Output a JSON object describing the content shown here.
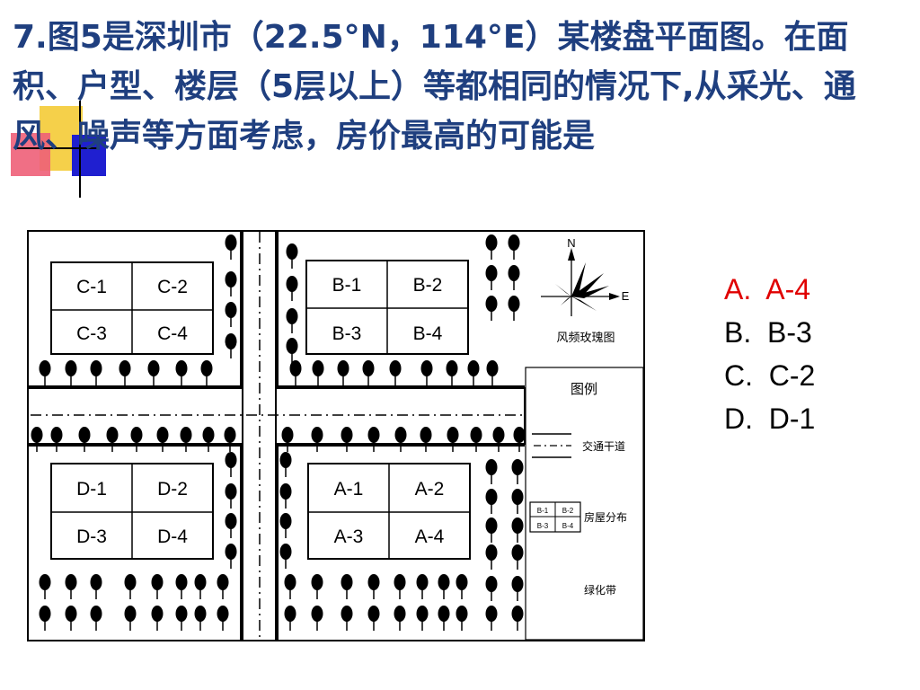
{
  "slide": {
    "question": "7.图5是深圳市（22.5°N，114°E）某楼盘平面图。在面积、户型、楼层（5层以上）等都相同的情况下,从采光、通风、噪声等方面考虑，房价最高的可能是"
  },
  "compass": {
    "north": "N",
    "east": "E",
    "caption": "风频玫瑰图"
  },
  "legend": {
    "title": "图例",
    "road": "交通干道",
    "buildings": "房屋分布",
    "sample_cells": [
      "B-1",
      "B-2",
      "B-3",
      "B-4"
    ],
    "greenbelt": "绿化带"
  },
  "blocks": {
    "C": [
      "C-1",
      "C-2",
      "C-3",
      "C-4"
    ],
    "B": [
      "B-1",
      "B-2",
      "B-3",
      "B-4"
    ],
    "D": [
      "D-1",
      "D-2",
      "D-3",
      "D-4"
    ],
    "A": [
      "A-1",
      "A-2",
      "A-3",
      "A-4"
    ]
  },
  "options": [
    {
      "letter": "A.",
      "text": "A-4",
      "color": "#e00000"
    },
    {
      "letter": "B.",
      "text": "B-3"
    },
    {
      "letter": "C.",
      "text": "C-2"
    },
    {
      "letter": "D.",
      "text": "D-1"
    }
  ],
  "colors": {
    "question_text": "#1f3f7f",
    "correct_option": "#e00000",
    "deco_yellow": "#f5d04a",
    "deco_red": "#ee5f78",
    "deco_blue": "#1f1fd0"
  }
}
